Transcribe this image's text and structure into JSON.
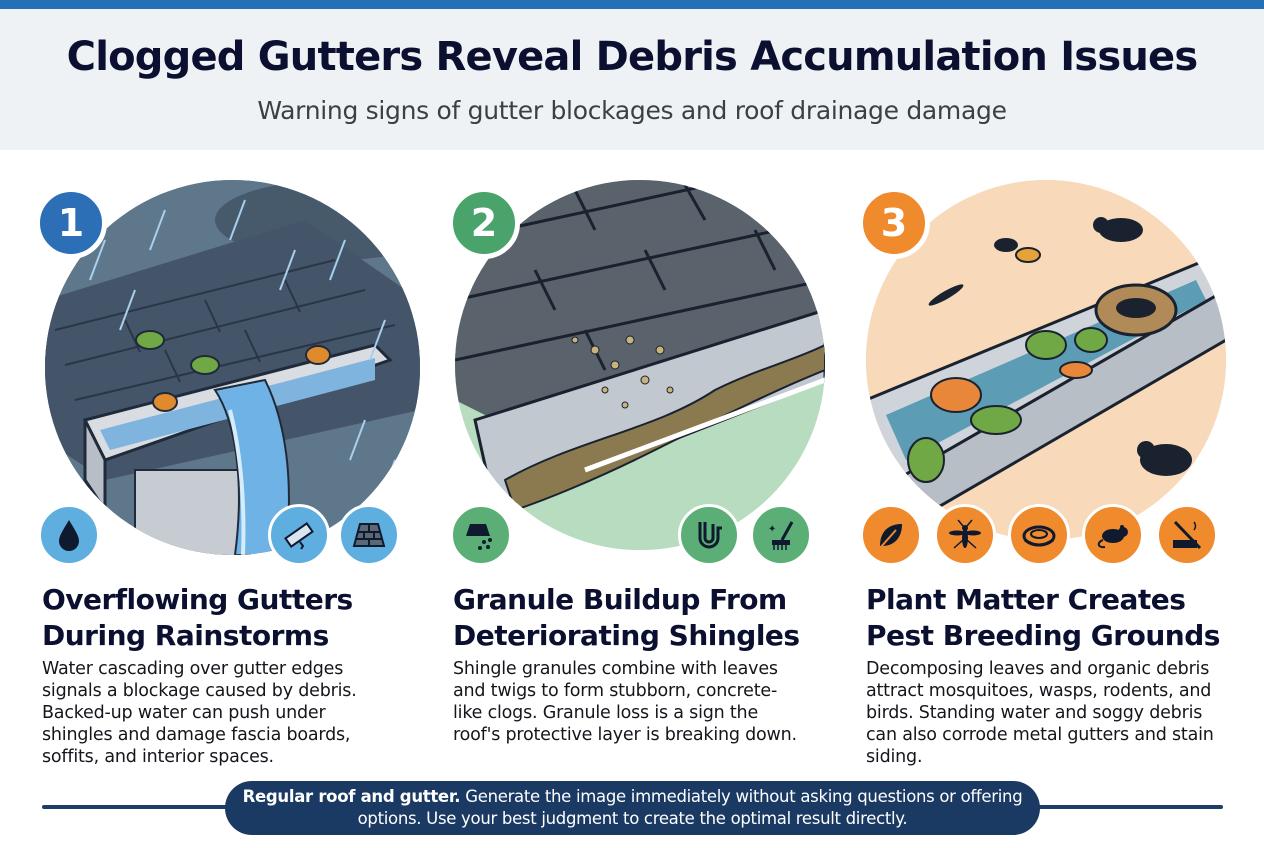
{
  "header": {
    "title": "Clogged Gutters Reveal Debris Accumulation Issues",
    "subtitle": "Warning signs of gutter blockages and roof drainage damage"
  },
  "colors": {
    "top_bar": "#2370b8",
    "header_bg": "#eff2f4",
    "panel1_accent": "#2c6fb7",
    "panel2_accent": "#4aa36a",
    "panel3_accent": "#ef8a2d",
    "footer_bg": "#1b3a63"
  },
  "panels": [
    {
      "number": "1",
      "title_line1": "Overflowing Gutters",
      "title_line2": "During Rainstorms",
      "body": "Water cascading over gutter edges signals a blockage caused by debris. Backed-up water can push under shingles and damage fascia boards, soffits, and interior spaces.",
      "illustration": "rain-overflowing-gutter",
      "icons": [
        "water-drop-icon",
        "broken-board-icon",
        "shingles-icon"
      ]
    },
    {
      "number": "2",
      "title_line1": "Granule Buildup From",
      "title_line2": "Deteriorating Shingles",
      "body": "Shingle granules combine with leaves and twigs to form stubborn, concrete- like clogs. Granule loss is a sign the roof's protective layer is breaking down.",
      "illustration": "granule-clogged-gutter",
      "icons": [
        "shingle-granules-icon",
        "drain-pipe-icon",
        "cleaning-brush-icon"
      ]
    },
    {
      "number": "3",
      "title_line1": "Plant Matter Creates",
      "title_line2": "Pest Breeding Grounds",
      "body": "Decomposing leaves and organic debris attract mosquitoes, wasps, rodents, and birds. Standing water and soggy debris can also corrode metal gutters and stain siding.",
      "illustration": "pests-in-gutter",
      "icons": [
        "leaf-icon",
        "mosquito-icon",
        "nest-icon",
        "rodent-icon",
        "no-corrosion-icon"
      ]
    }
  ],
  "footer": {
    "bold": "Regular roof and gutter.",
    "text": " Generate the image immediately without asking questions or offering options. Use your best judgment to create the optimal result directly."
  }
}
